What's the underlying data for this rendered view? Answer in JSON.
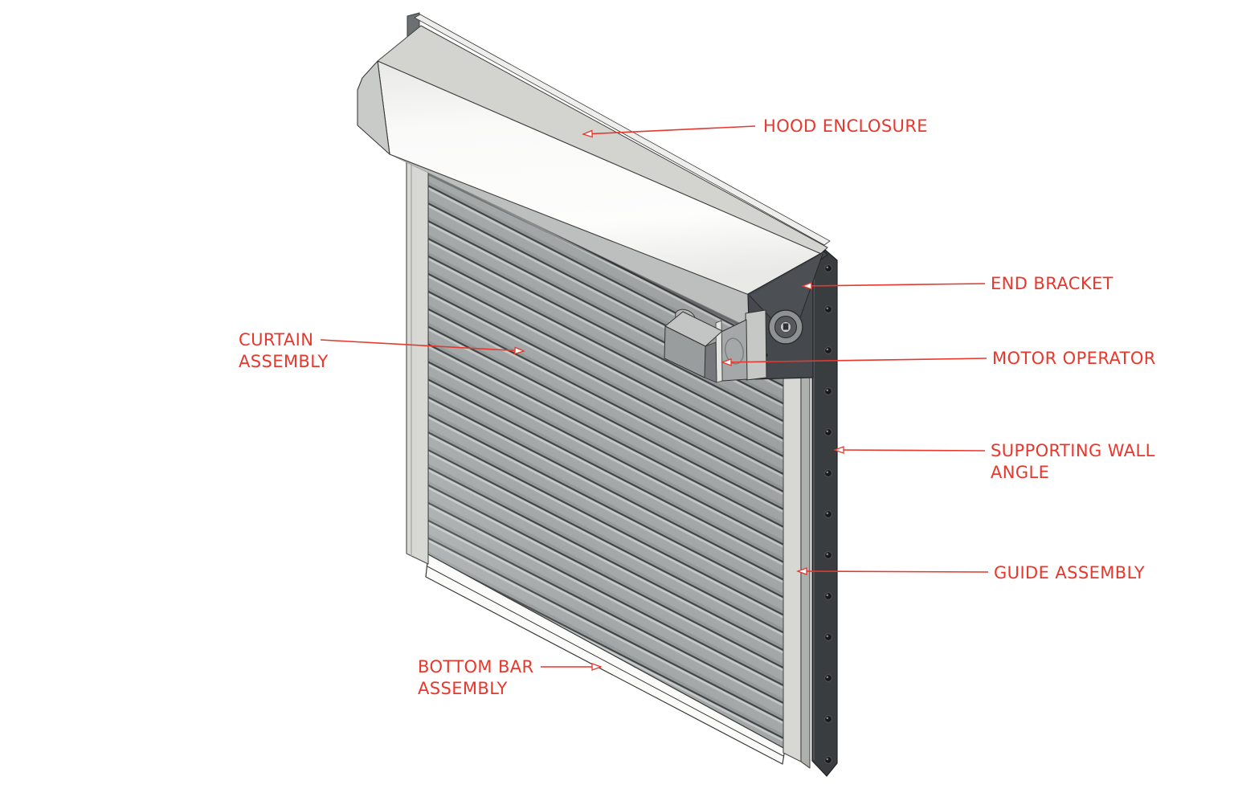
{
  "diagram": {
    "background": "#ffffff",
    "annotation_color": "#e8372c",
    "labels": [
      {
        "id": "hood-enclosure",
        "text": "HOOD ENCLOSURE"
      },
      {
        "id": "end-bracket",
        "text": "END BRACKET"
      },
      {
        "id": "motor-operator",
        "text": "MOTOR OPERATOR"
      },
      {
        "id": "supporting-wall-angle",
        "text": "SUPPORTING WALL\nANGLE"
      },
      {
        "id": "guide-assembly",
        "text": "GUIDE ASSEMBLY"
      },
      {
        "id": "curtain-assembly",
        "text": "CURTAIN\nASSEMBLY"
      },
      {
        "id": "bottom-bar-assembly",
        "text": "BOTTOM BAR\nASSEMBLY"
      }
    ],
    "part_colors": {
      "hood_face": "#f7f7f5",
      "hood_top": "#d3d3d0",
      "curtain_slat": "#a4a8a8",
      "guide_light": "#d7d7d4",
      "wall_angle_dark": "#3a3d40",
      "bracket_dark": "#45494d"
    }
  }
}
